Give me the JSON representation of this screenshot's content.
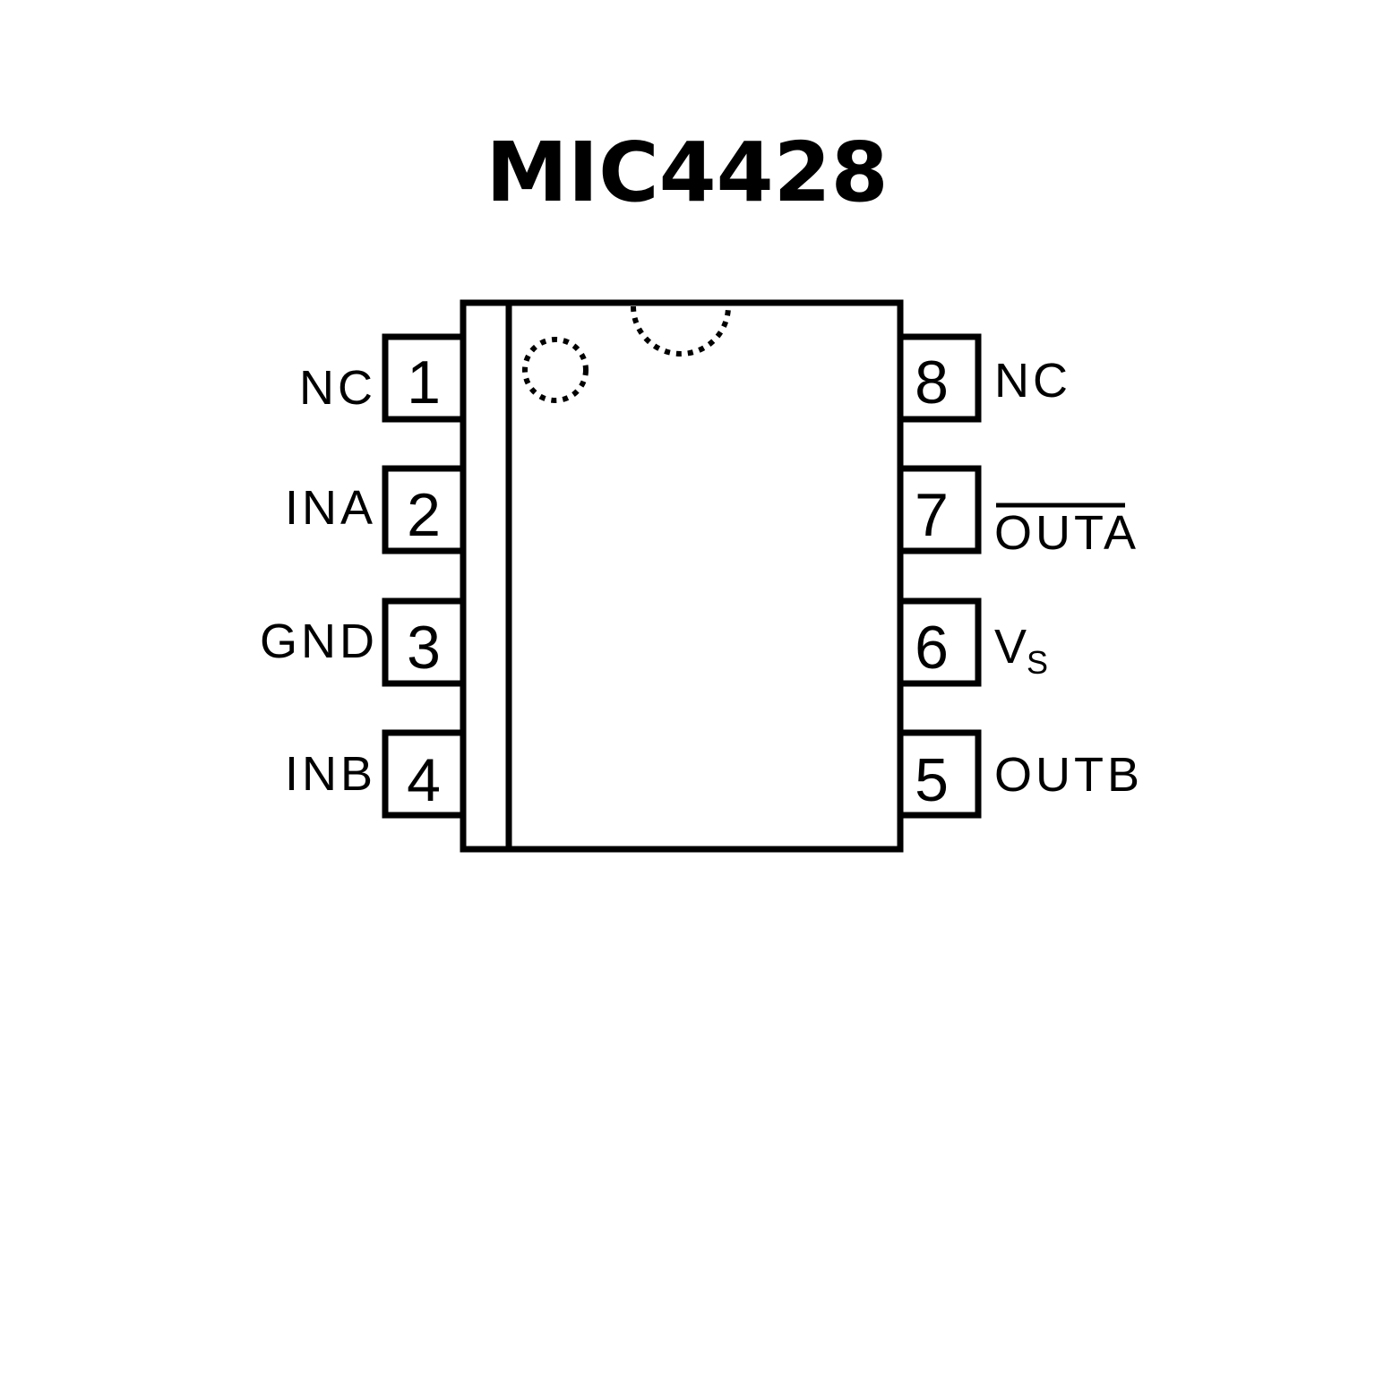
{
  "title": "MIC4428",
  "package": {
    "left_pins": [
      {
        "number": "1",
        "label": "NC"
      },
      {
        "number": "2",
        "label": "INA"
      },
      {
        "number": "3",
        "label": "GND"
      },
      {
        "number": "4",
        "label": "INB"
      }
    ],
    "right_pins": [
      {
        "number": "8",
        "label": "NC"
      },
      {
        "number": "7",
        "label": "OUTA",
        "overline": true
      },
      {
        "number": "6",
        "label": "V",
        "subscript": "S"
      },
      {
        "number": "5",
        "label": "OUTB"
      }
    ]
  },
  "colors": {
    "stroke": "#000000",
    "background": "#ffffff"
  }
}
